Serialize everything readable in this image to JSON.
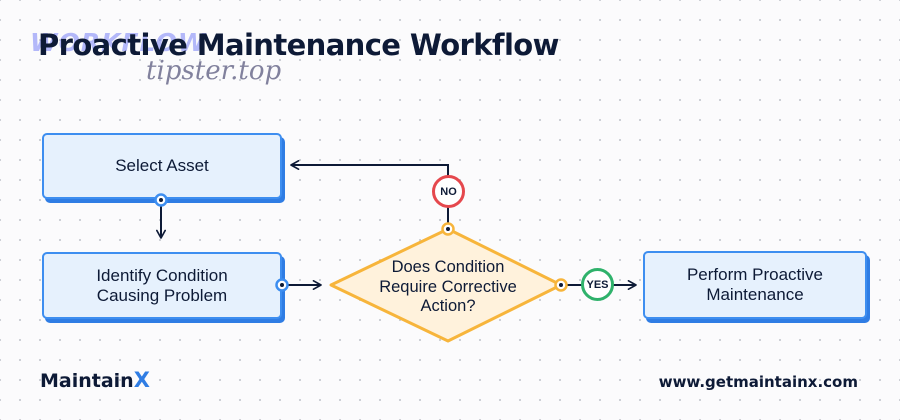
{
  "title": "Proactive Maintenance Workflow",
  "watermark": {
    "top": "WORKFLOW",
    "bottom": "tipster.top"
  },
  "nodes": {
    "select_asset": "Select Asset",
    "identify": "Identify Condition\nCausing Problem",
    "decision": "Does Condition\nRequire Corrective\nAction?",
    "perform": "Perform Proactive\nMaintenance"
  },
  "branches": {
    "no": "NO",
    "yes": "YES"
  },
  "footer": {
    "logo_text": "Maintain",
    "logo_mark": "X",
    "url": "www.getmaintainx.com"
  },
  "colors": {
    "box_fill": "#e6f1fd",
    "box_border": "#3d8ef0",
    "decision_fill": "#fff2dc",
    "decision_border": "#f7b53b",
    "no_badge": "#e5484d",
    "yes_badge": "#2fb26b",
    "text": "#0d1a36"
  }
}
